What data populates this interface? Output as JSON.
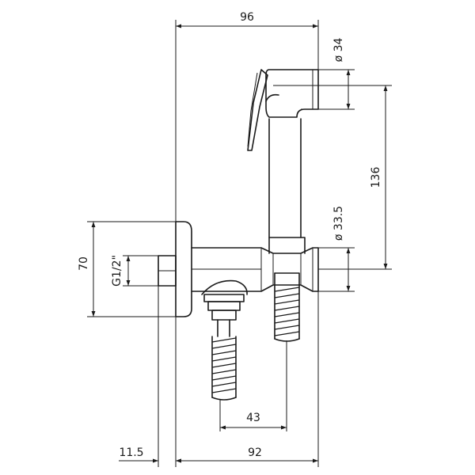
{
  "drawing": {
    "dimensions": {
      "top_width": "96",
      "head_diameter": "ø 34",
      "handle_length": "136",
      "hose_connector_diameter": "ø 33.5",
      "wall_plate_height": "70",
      "thread": "G1/2\"",
      "hose_spacing": "43",
      "wall_depth": "11.5",
      "bottom_width": "92"
    }
  }
}
